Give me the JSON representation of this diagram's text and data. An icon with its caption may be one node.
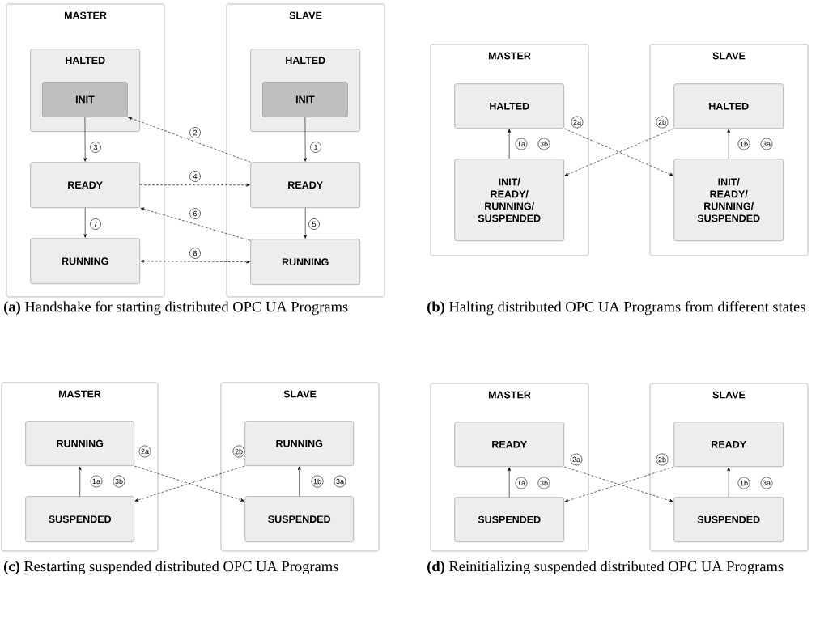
{
  "diagram": {
    "nodes": [
      {
        "text": [
          "MASTER"
        ]
      },
      {
        "text": [
          "HALTED"
        ],
        "in": 0
      },
      {
        "text": [
          "INIT"
        ],
        "in": 1
      },
      {
        "text": [
          "READY"
        ],
        "in": 0
      },
      {
        "text": [
          "RUNNING"
        ],
        "in": 0
      },
      {
        "text": [
          "SLAVE"
        ]
      },
      {
        "text": [
          "HALTED"
        ],
        "in": 5
      },
      {
        "text": [
          "INIT"
        ],
        "in": 6
      },
      {
        "text": [
          "READY"
        ],
        "in": 5
      },
      {
        "text": [
          "RUNNING"
        ],
        "in": 5
      },
      {
        "text": [
          "MASTER"
        ]
      },
      {
        "text": [
          "HALTED"
        ],
        "in": 10
      },
      {
        "text": [
          "INIT/ READY/ RUNNING/ SUSPENDED"
        ],
        "in": 10
      },
      {
        "text": [
          "SLAVE"
        ]
      },
      {
        "text": [
          "HALTED"
        ],
        "in": 13
      },
      {
        "text": [
          "INIT/ READY/ RUNNING/ SUSPENDED"
        ],
        "in": 13
      },
      {
        "text": [
          "MASTER"
        ]
      },
      {
        "text": [
          "RUNNING"
        ],
        "in": 16
      },
      {
        "text": [
          "SUSPENDED"
        ],
        "in": 16
      },
      {
        "text": [
          "SLAVE"
        ]
      },
      {
        "text": [
          "RUNNING"
        ],
        "in": 19
      },
      {
        "text": [
          "SUSPENDED"
        ],
        "in": 19
      },
      {
        "text": [
          "MASTER"
        ]
      },
      {
        "text": [
          "READY"
        ],
        "in": 22
      },
      {
        "text": [
          "SUSPENDED"
        ],
        "in": 22
      },
      {
        "text": [
          "SLAVE"
        ]
      },
      {
        "text": [
          "READY"
        ],
        "in": 25
      },
      {
        "text": [
          "SUSPENDED"
        ],
        "in": 25
      }
    ],
    "edges": [
      {
        "from": 7,
        "to": 8,
        "arrow": "to",
        "label": "1"
      },
      {
        "from": 8,
        "to": 2,
        "arrow": "to",
        "label": "2",
        "style": "dashed"
      },
      {
        "from": 2,
        "to": 3,
        "arrow": "to",
        "label": "3"
      },
      {
        "from": 3,
        "to": 8,
        "arrow": "to",
        "label": "4",
        "style": "dashed"
      },
      {
        "from": 8,
        "to": 9,
        "arrow": "to",
        "label": "5"
      },
      {
        "from": 9,
        "to": 3,
        "arrow": "to",
        "label": "6",
        "style": "dashed"
      },
      {
        "from": 3,
        "to": 4,
        "arrow": "to",
        "label": "7"
      },
      {
        "from": 4,
        "to": 9,
        "arrow": "both",
        "label": "8",
        "style": "dashed"
      },
      {
        "from": 12,
        "to": 11,
        "arrow": "to",
        "label": "1a"
      },
      {
        "from": 11,
        "to": 15,
        "arrow": "to",
        "label": "2a",
        "style": "dashed"
      },
      {
        "from": 14,
        "to": 12,
        "arrow": "to",
        "label": "2b",
        "style": "dashed"
      },
      {
        "from": 15,
        "to": 14,
        "arrow": "to",
        "label": "1b"
      },
      {
        "from": 18,
        "to": 17,
        "arrow": "to",
        "label": "1a"
      },
      {
        "from": 17,
        "to": 21,
        "arrow": "to",
        "label": "2a",
        "style": "dashed"
      },
      {
        "from": 20,
        "to": 18,
        "arrow": "to",
        "label": "2b",
        "style": "dashed"
      },
      {
        "from": 21,
        "to": 20,
        "arrow": "to",
        "label": "1b"
      },
      {
        "from": 24,
        "to": 23,
        "arrow": "to",
        "label": "1a"
      },
      {
        "from": 23,
        "to": 27,
        "arrow": "to",
        "label": "2a",
        "style": "dashed"
      },
      {
        "from": 26,
        "to": 24,
        "arrow": "to",
        "label": "2b",
        "style": "dashed"
      },
      {
        "from": 27,
        "to": 26,
        "arrow": "to",
        "label": "1b"
      }
    ],
    "labels": [
      "3b",
      "3a",
      "**(a)** Handshake for starting distributed OPC UA Programs",
      "**(b)** Halting distributed OPC UA Programs from different states",
      "3b",
      "3a",
      "3b",
      "3a",
      "**(c)** Restarting suspended distributed OPC UA Programs",
      "**(d)** Reinitializing suspended distributed OPC UA Programs"
    ]
  }
}
